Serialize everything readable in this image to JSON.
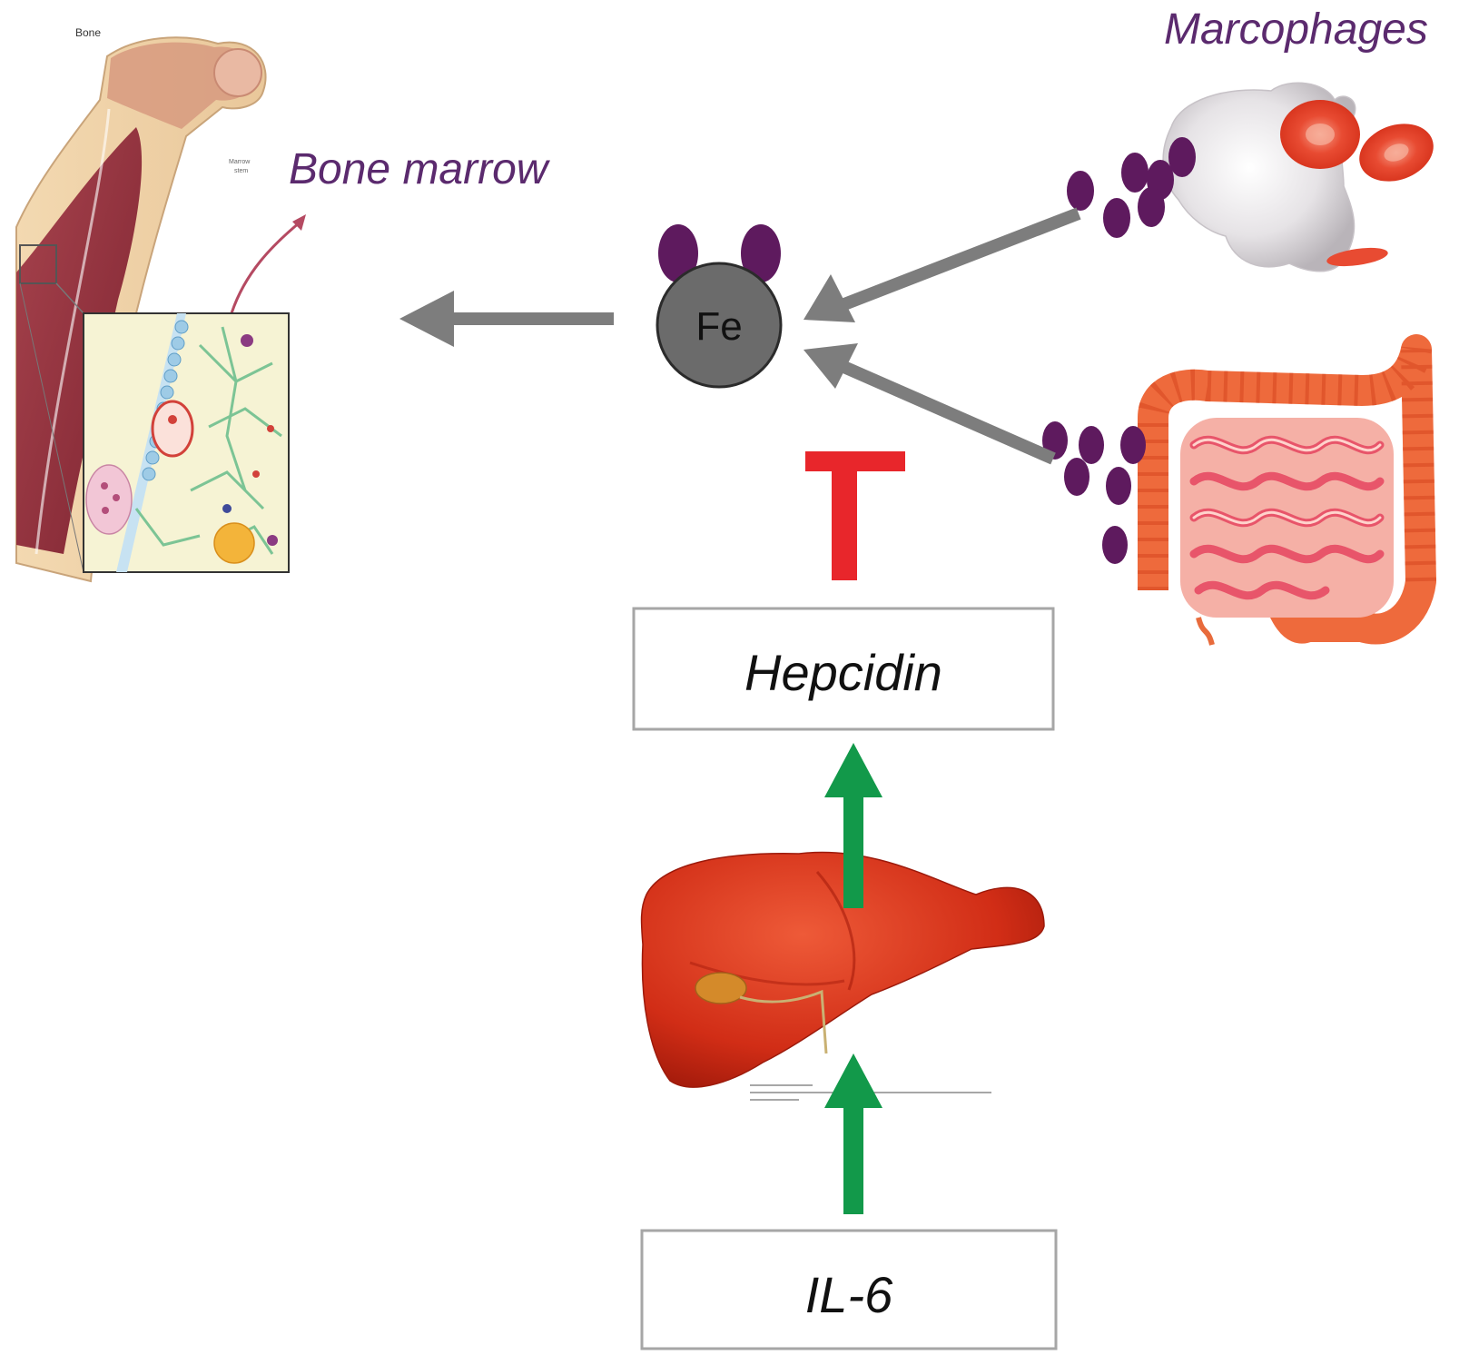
{
  "labels": {
    "bone_marrow": "Bone marrow",
    "macrophages": "Marcophages",
    "fe": "Fe",
    "hepcidin": "Hepcidin",
    "il6": "IL-6",
    "bone_inset_title": "Bone"
  },
  "colors": {
    "label_purple": "#5b2a6e",
    "iron_dot": "#5e1a5e",
    "fe_circle": "#6b6b6b",
    "flow_arrow": "#7d7d7d",
    "inhibit": "#e8262b",
    "stimulate": "#12994a",
    "box_border": "#a6a6a6"
  },
  "icons": {
    "bone_marrow_illustration": "bone-marrow-icon",
    "macrophage_illustration": "macrophage-icon",
    "intestine_illustration": "intestine-icon",
    "liver_illustration": "liver-icon"
  }
}
